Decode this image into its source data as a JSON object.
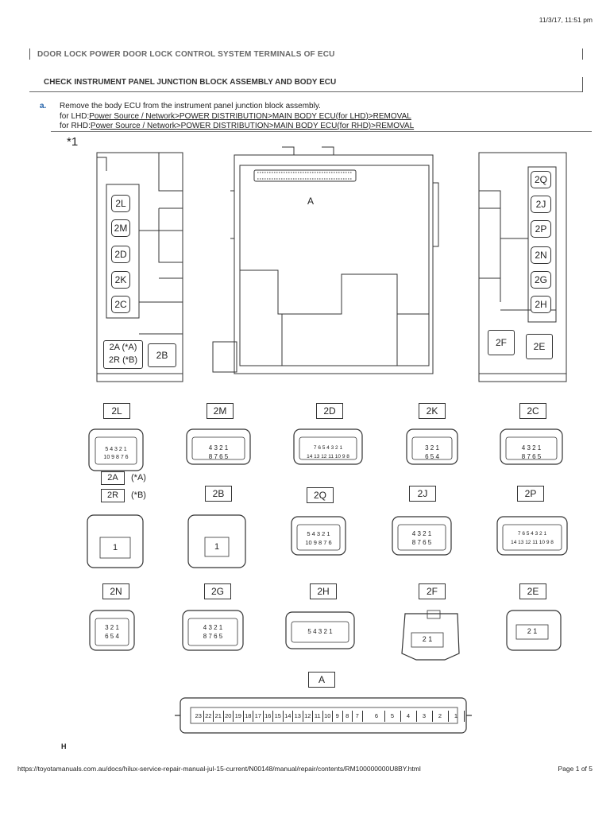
{
  "timestamp": "11/3/17, 11:51 pm",
  "breadcrumb": "DOOR LOCK  POWER DOOR LOCK CONTROL SYSTEM  TERMINALS OF ECU",
  "section_title": "CHECK INSTRUMENT PANEL JUNCTION BLOCK ASSEMBLY AND BODY ECU",
  "step": {
    "label": "a.",
    "line1": "Remove the body ECU from the instrument panel junction block assembly.",
    "lhd_prefix": "for LHD:",
    "lhd_link": "Power Source / Network",
    "lhd_rest": ">POWER DISTRIBUTION>MAIN BODY ECU(for LHD)>REMOVAL",
    "rhd_prefix": "for RHD:",
    "rhd_link": "Power Source / Network",
    "rhd_rest": ">POWER DISTRIBUTION>MAIN BODY ECU(for RHD)>REMOVAL"
  },
  "figure": {
    "star_label": "*1",
    "left_unit_labels": [
      "2L",
      "2M",
      "2D",
      "2K",
      "2C"
    ],
    "left_bottom_label_a": "2A (*A)",
    "left_bottom_label_b": "2R (*B)",
    "left_bottom_right": "2B",
    "center_label": "A",
    "right_unit_labels": [
      "2Q",
      "2J",
      "2P",
      "2N",
      "2G",
      "2H"
    ],
    "right_bottom_left": "2F",
    "right_bottom_right": "2E",
    "row1": [
      {
        "tag": "2L",
        "top": "5 4 3 2 1",
        "bottom": "10 9 8 7 6"
      },
      {
        "tag": "2M",
        "top": "4 3 2 1",
        "bottom": "8 7 6 5"
      },
      {
        "tag": "2D",
        "top": "7 6 5 4 3 2 1",
        "bottom": "14 13 12 11 10 9 8"
      },
      {
        "tag": "2K",
        "top": "3 2 1",
        "bottom": "6 5 4"
      },
      {
        "tag": "2C",
        "top": "4 3 2 1",
        "bottom": "8 7 6 5"
      }
    ],
    "row1_sub_a": "2A",
    "row1_sub_a_note": "(*A)",
    "row1_sub_b": "2R",
    "row1_sub_b_note": "(*B)",
    "row2": [
      {
        "tag": "2B",
        "top": "1",
        "bottom": ""
      },
      {
        "tag": "2Q",
        "top": "5 4 3 2 1",
        "bottom": "10 9 8 7 6"
      },
      {
        "tag": "2J",
        "top": "4 3 2 1",
        "bottom": "8 7 6 5"
      },
      {
        "tag": "2P",
        "top": "7 6 5 4 3 2 1",
        "bottom": "14 13 12 11 10 9 8"
      }
    ],
    "row2_first_pin": "1",
    "row3": [
      {
        "tag": "2N",
        "top": "3 2 1",
        "bottom": "6 5 4"
      },
      {
        "tag": "2G",
        "top": "4 3 2 1",
        "bottom": "8 7 6 5"
      },
      {
        "tag": "2H",
        "top": "5 4 3 2 1",
        "bottom": ""
      },
      {
        "tag": "2F",
        "top": "2 1",
        "bottom": ""
      },
      {
        "tag": "2E",
        "top": "2 1",
        "bottom": ""
      }
    ],
    "big_tag": "A",
    "big_pins_left": [
      "23",
      "22",
      "21",
      "20",
      "19",
      "18",
      "17",
      "16",
      "15",
      "14",
      "13",
      "12",
      "11",
      "10",
      "9",
      "8",
      "7"
    ],
    "big_pins_right": [
      "6",
      "5",
      "4",
      "3",
      "2",
      "1"
    ]
  },
  "h_note": "H",
  "footer_url": "https://toyotamanuals.com.au/docs/hilux-service-repair-manual-jul-15-current/N00148/manual/repair/contents/RM100000000U8BY.html",
  "page_label": "Page 1 of 5",
  "colors": {
    "step_label": "#1f5fa8",
    "breadcrumb": "#666666",
    "line": "#333333"
  }
}
